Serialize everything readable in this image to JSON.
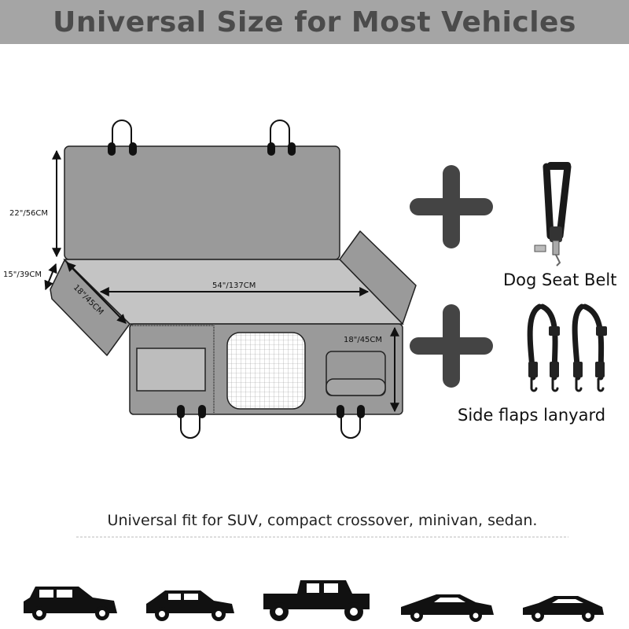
{
  "header": {
    "title": "Universal Size for Most Vehicles"
  },
  "dimensions": {
    "backrest_height": "22\"/56CM",
    "flap_width": "15\"/39CM",
    "flap_length": "18\"/45CM",
    "seat_width": "54\"/137CM",
    "front_drop": "18\"/45CM"
  },
  "accessories": {
    "seat_belt_label": "Dog Seat Belt",
    "lanyard_label": "Side flaps lanyard"
  },
  "fit": {
    "text": "Universal fit for SUV, compact crossover, minivan, sedan.",
    "vehicles": [
      "suv-icon",
      "crossover-icon",
      "pickup-truck-icon",
      "sedan-icon",
      "coupe-icon"
    ]
  },
  "colors": {
    "header_bg": "#a5a5a5",
    "panel": "#9a9a9a",
    "seat": "#c4c4c4",
    "plus": "#444444"
  }
}
